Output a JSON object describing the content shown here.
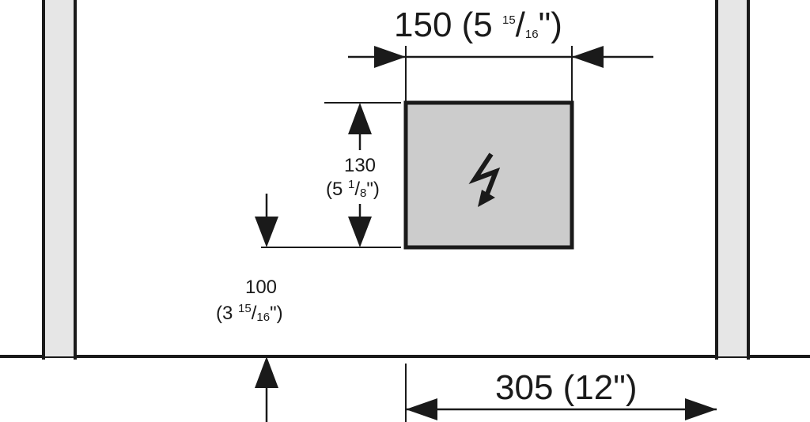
{
  "dimensions": {
    "width_label": {
      "main": "150 (5 ",
      "num": "15",
      "slash": "/",
      "den": "16",
      "end": "\")"
    },
    "height_label": {
      "line1": "130",
      "line2_main": "(5 ",
      "num": "1",
      "slash": "/",
      "den": "8",
      "end": "\")"
    },
    "floor_offset_label": {
      "line1": "100",
      "line2_main": "(3 ",
      "num": "15",
      "slash": "/",
      "den": "16",
      "end": "\")"
    },
    "wall_distance_label": {
      "text": "305 (12\")"
    }
  },
  "colors": {
    "line": "#1a1a1a",
    "outlet_fill": "#cccccc",
    "stud_fill": "#e6e6e6"
  },
  "icons": {
    "outlet": "electrical-hazard-bolt-icon"
  }
}
